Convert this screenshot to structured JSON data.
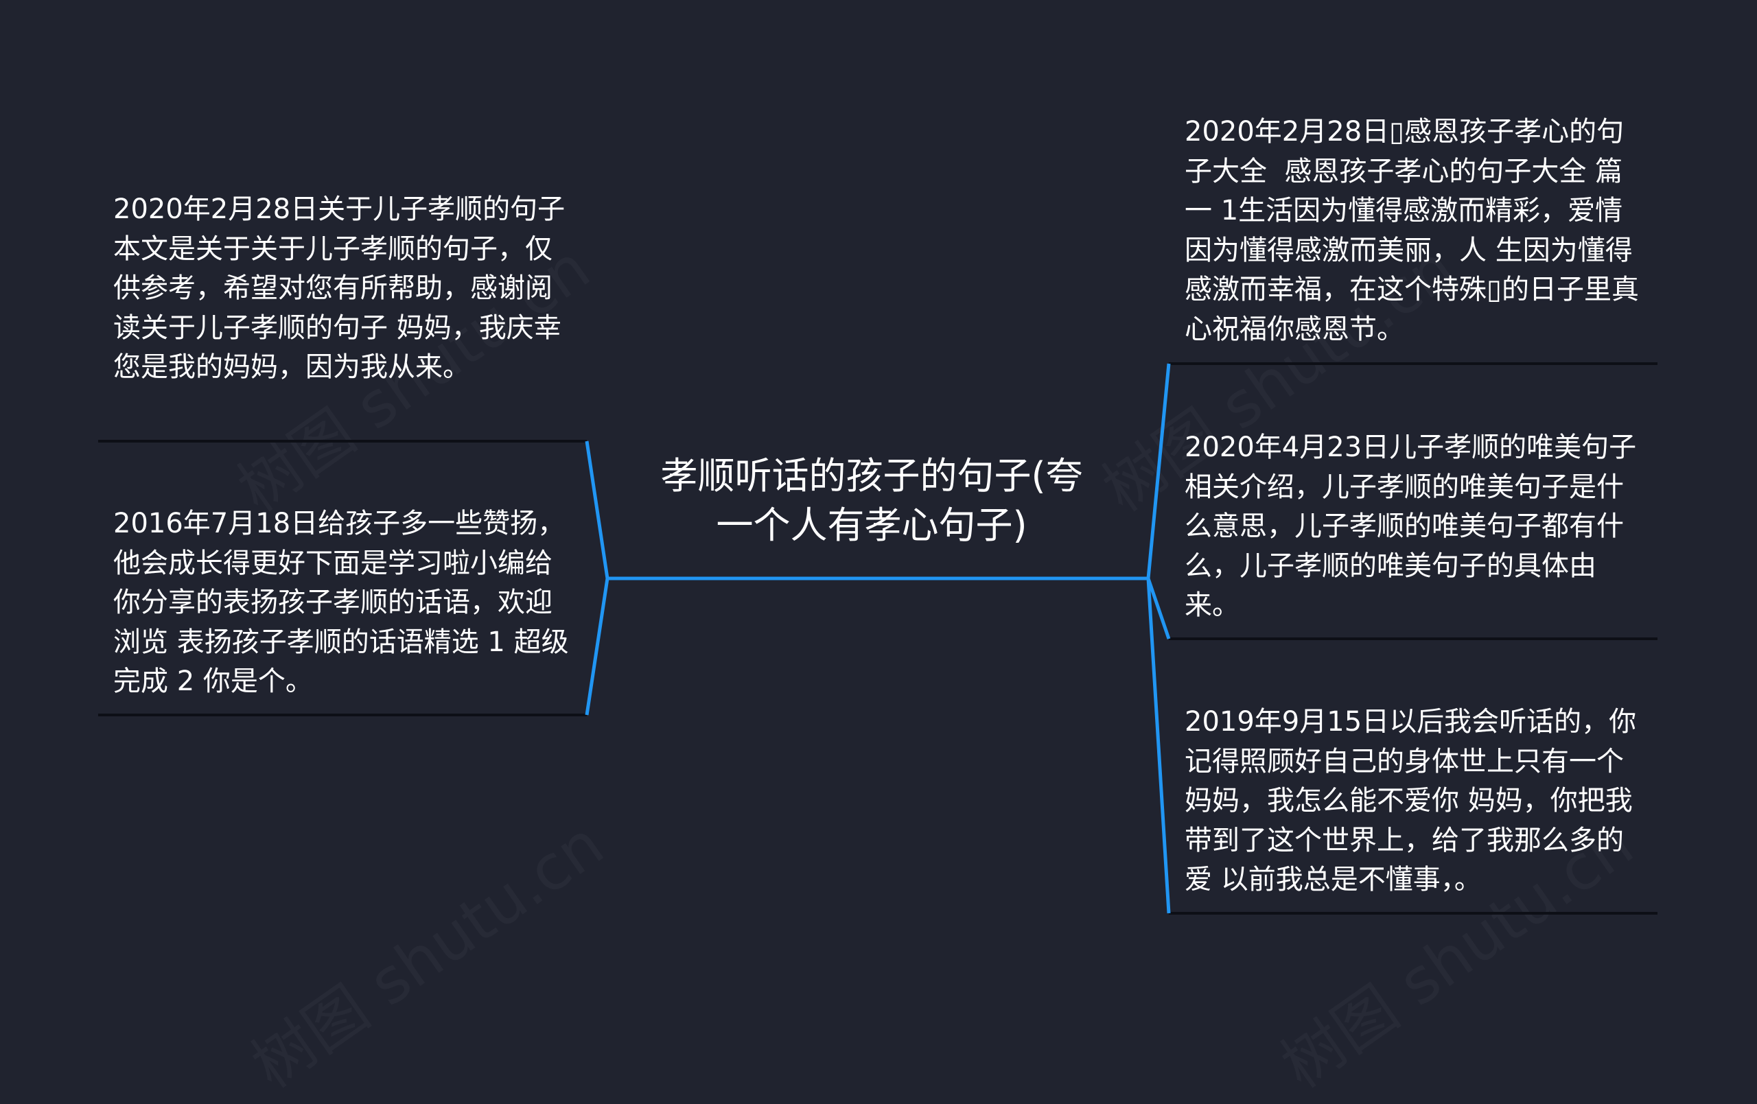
{
  "center": {
    "title": "孝顺听话的孩子的句子(夸\n一个人有孝心句子)"
  },
  "branches": {
    "left": [
      {
        "text": "2020年2月28日关于儿子孝顺的句子本文是关于关于儿子孝顺的句子，仅供参考，希望对您有所帮助，感谢阅读关于儿子孝顺的句子 妈妈，我庆幸您是我的妈妈，因为我从来。"
      },
      {
        "text": "2016年7月18日给孩子多一些赞扬，他会成长得更好下面是学习啦小编给你分享的表扬孩子孝顺的话语，欢迎浏览 表扬孩子孝顺的话语精选 1 超级完成 2 你是个。"
      }
    ],
    "right": [
      {
        "text": "2020年2月28日▯感恩孩子孝心的句子大全  感恩孩子孝心的句子大全 篇一 1生活因为懂得感激而精彩，爱情因为懂得感激而美丽，人 生因为懂得感激而幸福，在这个特殊▯的日子里真心祝福你感恩节。"
      },
      {
        "text": "2020年4月23日儿子孝顺的唯美句子相关介绍，儿子孝顺的唯美句子是什么意思，儿子孝顺的唯美句子都有什么，儿子孝顺的唯美句子的具体由来。"
      },
      {
        "text": "2019年9月15日以后我会听话的，你记得照顾好自己的身体世上只有一个妈妈，我怎么能不爱你 妈妈，你把我带到了这个世界上，给了我那么多的爱 以前我总是不懂事，。"
      }
    ]
  },
  "watermark": {
    "text": "树图 shutu.cn"
  },
  "colors": {
    "background": "#20232f",
    "connector": "#2196f3",
    "underline": "#0d0f16",
    "text": "#ffffff"
  }
}
